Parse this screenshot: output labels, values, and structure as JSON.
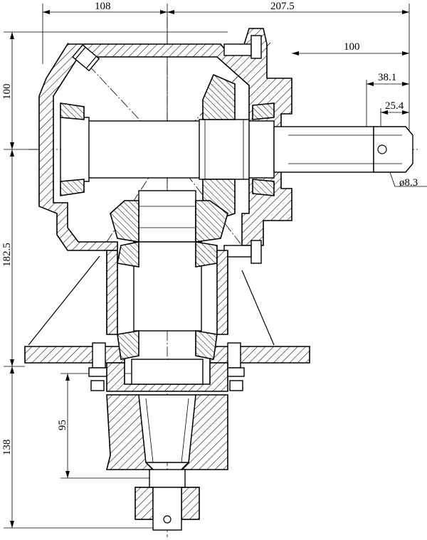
{
  "dimensions": {
    "top_left_width": "108",
    "top_right_width": "207.5",
    "shaft_length": "100",
    "shaft_dia_large": "38.1",
    "shaft_dia_small": "25.4",
    "pin_hole": "ø8.3",
    "upper_height": "100",
    "mid_height": "182.5",
    "lower_height": "138",
    "output_length": "95"
  }
}
